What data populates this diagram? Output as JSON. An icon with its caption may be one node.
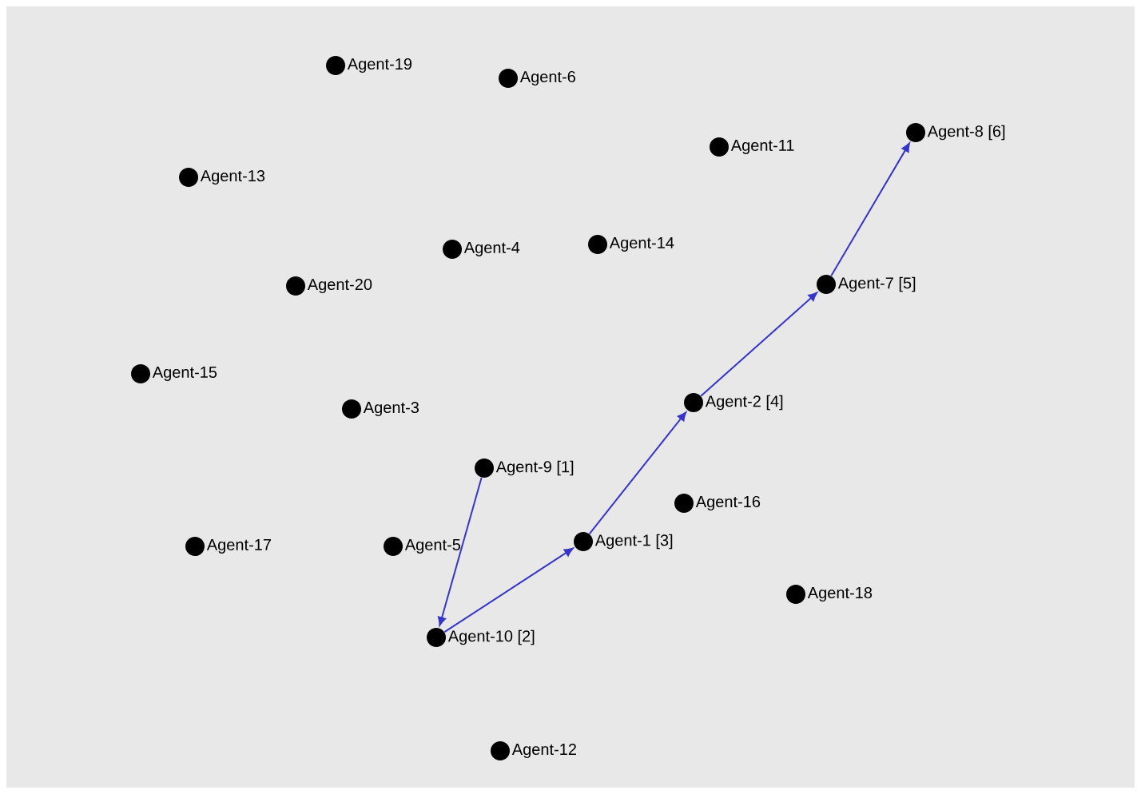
{
  "diagram": {
    "nodes": [
      {
        "text": [],
        "shape": "circle",
        "beside": [
          "Agent-19"
        ]
      },
      {
        "text": [],
        "shape": "circle",
        "beside": [
          "Agent-6"
        ]
      },
      {
        "text": [],
        "shape": "circle",
        "beside": [
          "Agent-8 [6]"
        ]
      },
      {
        "text": [],
        "shape": "circle",
        "beside": [
          "Agent-11"
        ]
      },
      {
        "text": [],
        "shape": "circle",
        "beside": [
          "Agent-13"
        ]
      },
      {
        "text": [],
        "shape": "circle",
        "beside": [
          "Agent-14"
        ]
      },
      {
        "text": [],
        "shape": "circle",
        "beside": [
          "Agent-4"
        ]
      },
      {
        "text": [],
        "shape": "circle",
        "beside": [
          "Agent-7 [5]"
        ]
      },
      {
        "text": [],
        "shape": "circle",
        "beside": [
          "Agent-20"
        ]
      },
      {
        "text": [],
        "shape": "circle",
        "beside": [
          "Agent-15"
        ]
      },
      {
        "text": [],
        "shape": "circle",
        "beside": [
          "Agent-2 [4]"
        ]
      },
      {
        "text": [],
        "shape": "circle",
        "beside": [
          "Agent-3"
        ]
      },
      {
        "text": [],
        "shape": "circle",
        "beside": [
          "Agent-9 [1]"
        ]
      },
      {
        "text": [],
        "shape": "circle",
        "beside": [
          "Agent-16"
        ]
      },
      {
        "text": [],
        "shape": "circle",
        "beside": [
          "Agent-1 [3]"
        ]
      },
      {
        "text": [],
        "shape": "circle",
        "beside": [
          "Agent-17"
        ]
      },
      {
        "text": [],
        "shape": "circle",
        "beside": [
          "Agent-5"
        ]
      },
      {
        "text": [],
        "shape": "circle",
        "beside": [
          "Agent-18"
        ]
      },
      {
        "text": [],
        "shape": "circle",
        "beside": [
          "Agent-10 [2]"
        ]
      },
      {
        "text": [],
        "shape": "circle",
        "beside": [
          "Agent-12"
        ]
      }
    ],
    "edges": [
      {
        "from": 12,
        "to": 18,
        "arrow": "to"
      },
      {
        "from": 18,
        "to": 14,
        "arrow": "to"
      },
      {
        "from": 14,
        "to": 10,
        "arrow": "to"
      },
      {
        "from": 10,
        "to": 7,
        "arrow": "to"
      },
      {
        "from": 7,
        "to": 2,
        "arrow": "to"
      }
    ]
  }
}
